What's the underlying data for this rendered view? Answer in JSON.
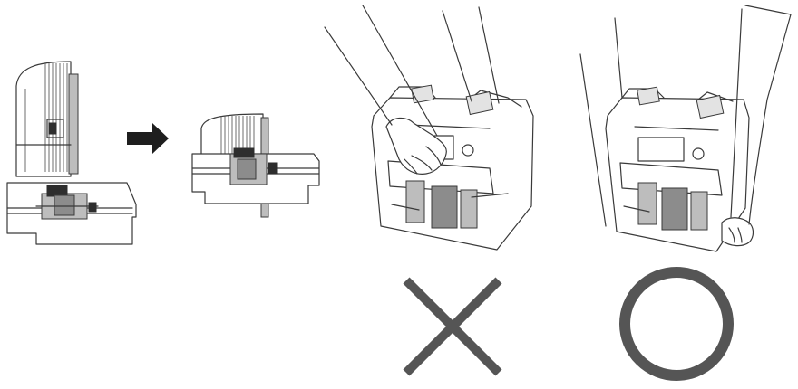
{
  "figure": {
    "steps": [
      {
        "id": "step-before",
        "kind": "mechanical-detail"
      },
      {
        "id": "step-after",
        "kind": "mechanical-detail"
      }
    ],
    "arrow_icon": "arrow-right-icon",
    "comparisons": [
      {
        "id": "wrong-grip",
        "verdict": "incorrect",
        "mark_icon": "cross-mark-icon",
        "mark_color": "#555555"
      },
      {
        "id": "correct-grip",
        "verdict": "correct",
        "mark_icon": "circle-mark-icon",
        "mark_color": "#555555"
      }
    ]
  }
}
